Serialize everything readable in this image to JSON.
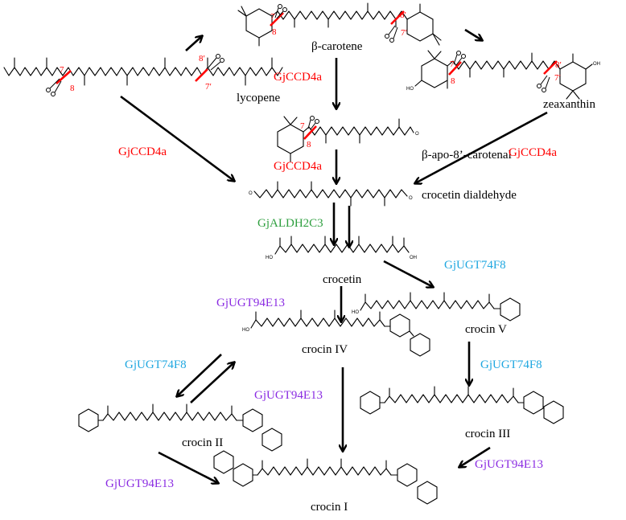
{
  "colors": {
    "ccd": "#ff0000",
    "aldh": "#2e9f3f",
    "ugt74": "#1fa7e0",
    "ugt94": "#8a2be2",
    "cut_mark": "#ff0000",
    "ink": "#000000"
  },
  "compounds": {
    "beta_carotene": "β-carotene",
    "lycopene": "lycopene",
    "zeaxanthin": "zeaxanthin",
    "apocarotenal": "β-apo-8’-carotenal",
    "dialdehyde": "crocetin dialdehyde",
    "crocetin": "crocetin",
    "crocin_v": "crocin V",
    "crocin_iv": "crocin IV",
    "crocin_iii": "crocin III",
    "crocin_ii": "crocin II",
    "crocin_i": "crocin I"
  },
  "enzymes": {
    "ccd_left": "GjCCD4a",
    "ccd_top": "GjCCD4a",
    "ccd_mid": "GjCCD4a",
    "ccd_right": "GjCCD4a",
    "aldh": "GjALDH2C3",
    "ugt74_right1": "GjUGT74F8",
    "ugt74_right2": "GjUGT74F8",
    "ugt74_left": "GjUGT74F8",
    "ugt94_a": "GjUGT94E13",
    "ugt94_b": "GjUGT94E13",
    "ugt94_c": "GjUGT94E13",
    "ugt94_d": "GjUGT94E13"
  },
  "cleavage_sites": {
    "lycopene_left_a": "7",
    "lycopene_left_b": "8",
    "lycopene_right_a": "8′",
    "lycopene_right_b": "7′",
    "carotene_left_a": "7",
    "carotene_left_b": "8",
    "carotene_right_a": "8′",
    "carotene_right_b": "7′",
    "apocarotenal_a": "7",
    "apocarotenal_b": "8",
    "zeaxanthin_left_a": "7",
    "zeaxanthin_left_b": "8",
    "zeaxanthin_right_a": "8′",
    "zeaxanthin_right_b": "7′"
  },
  "atoms": {
    "hydroxyl": "OH",
    "ho": "HO",
    "oxygen": "O"
  }
}
